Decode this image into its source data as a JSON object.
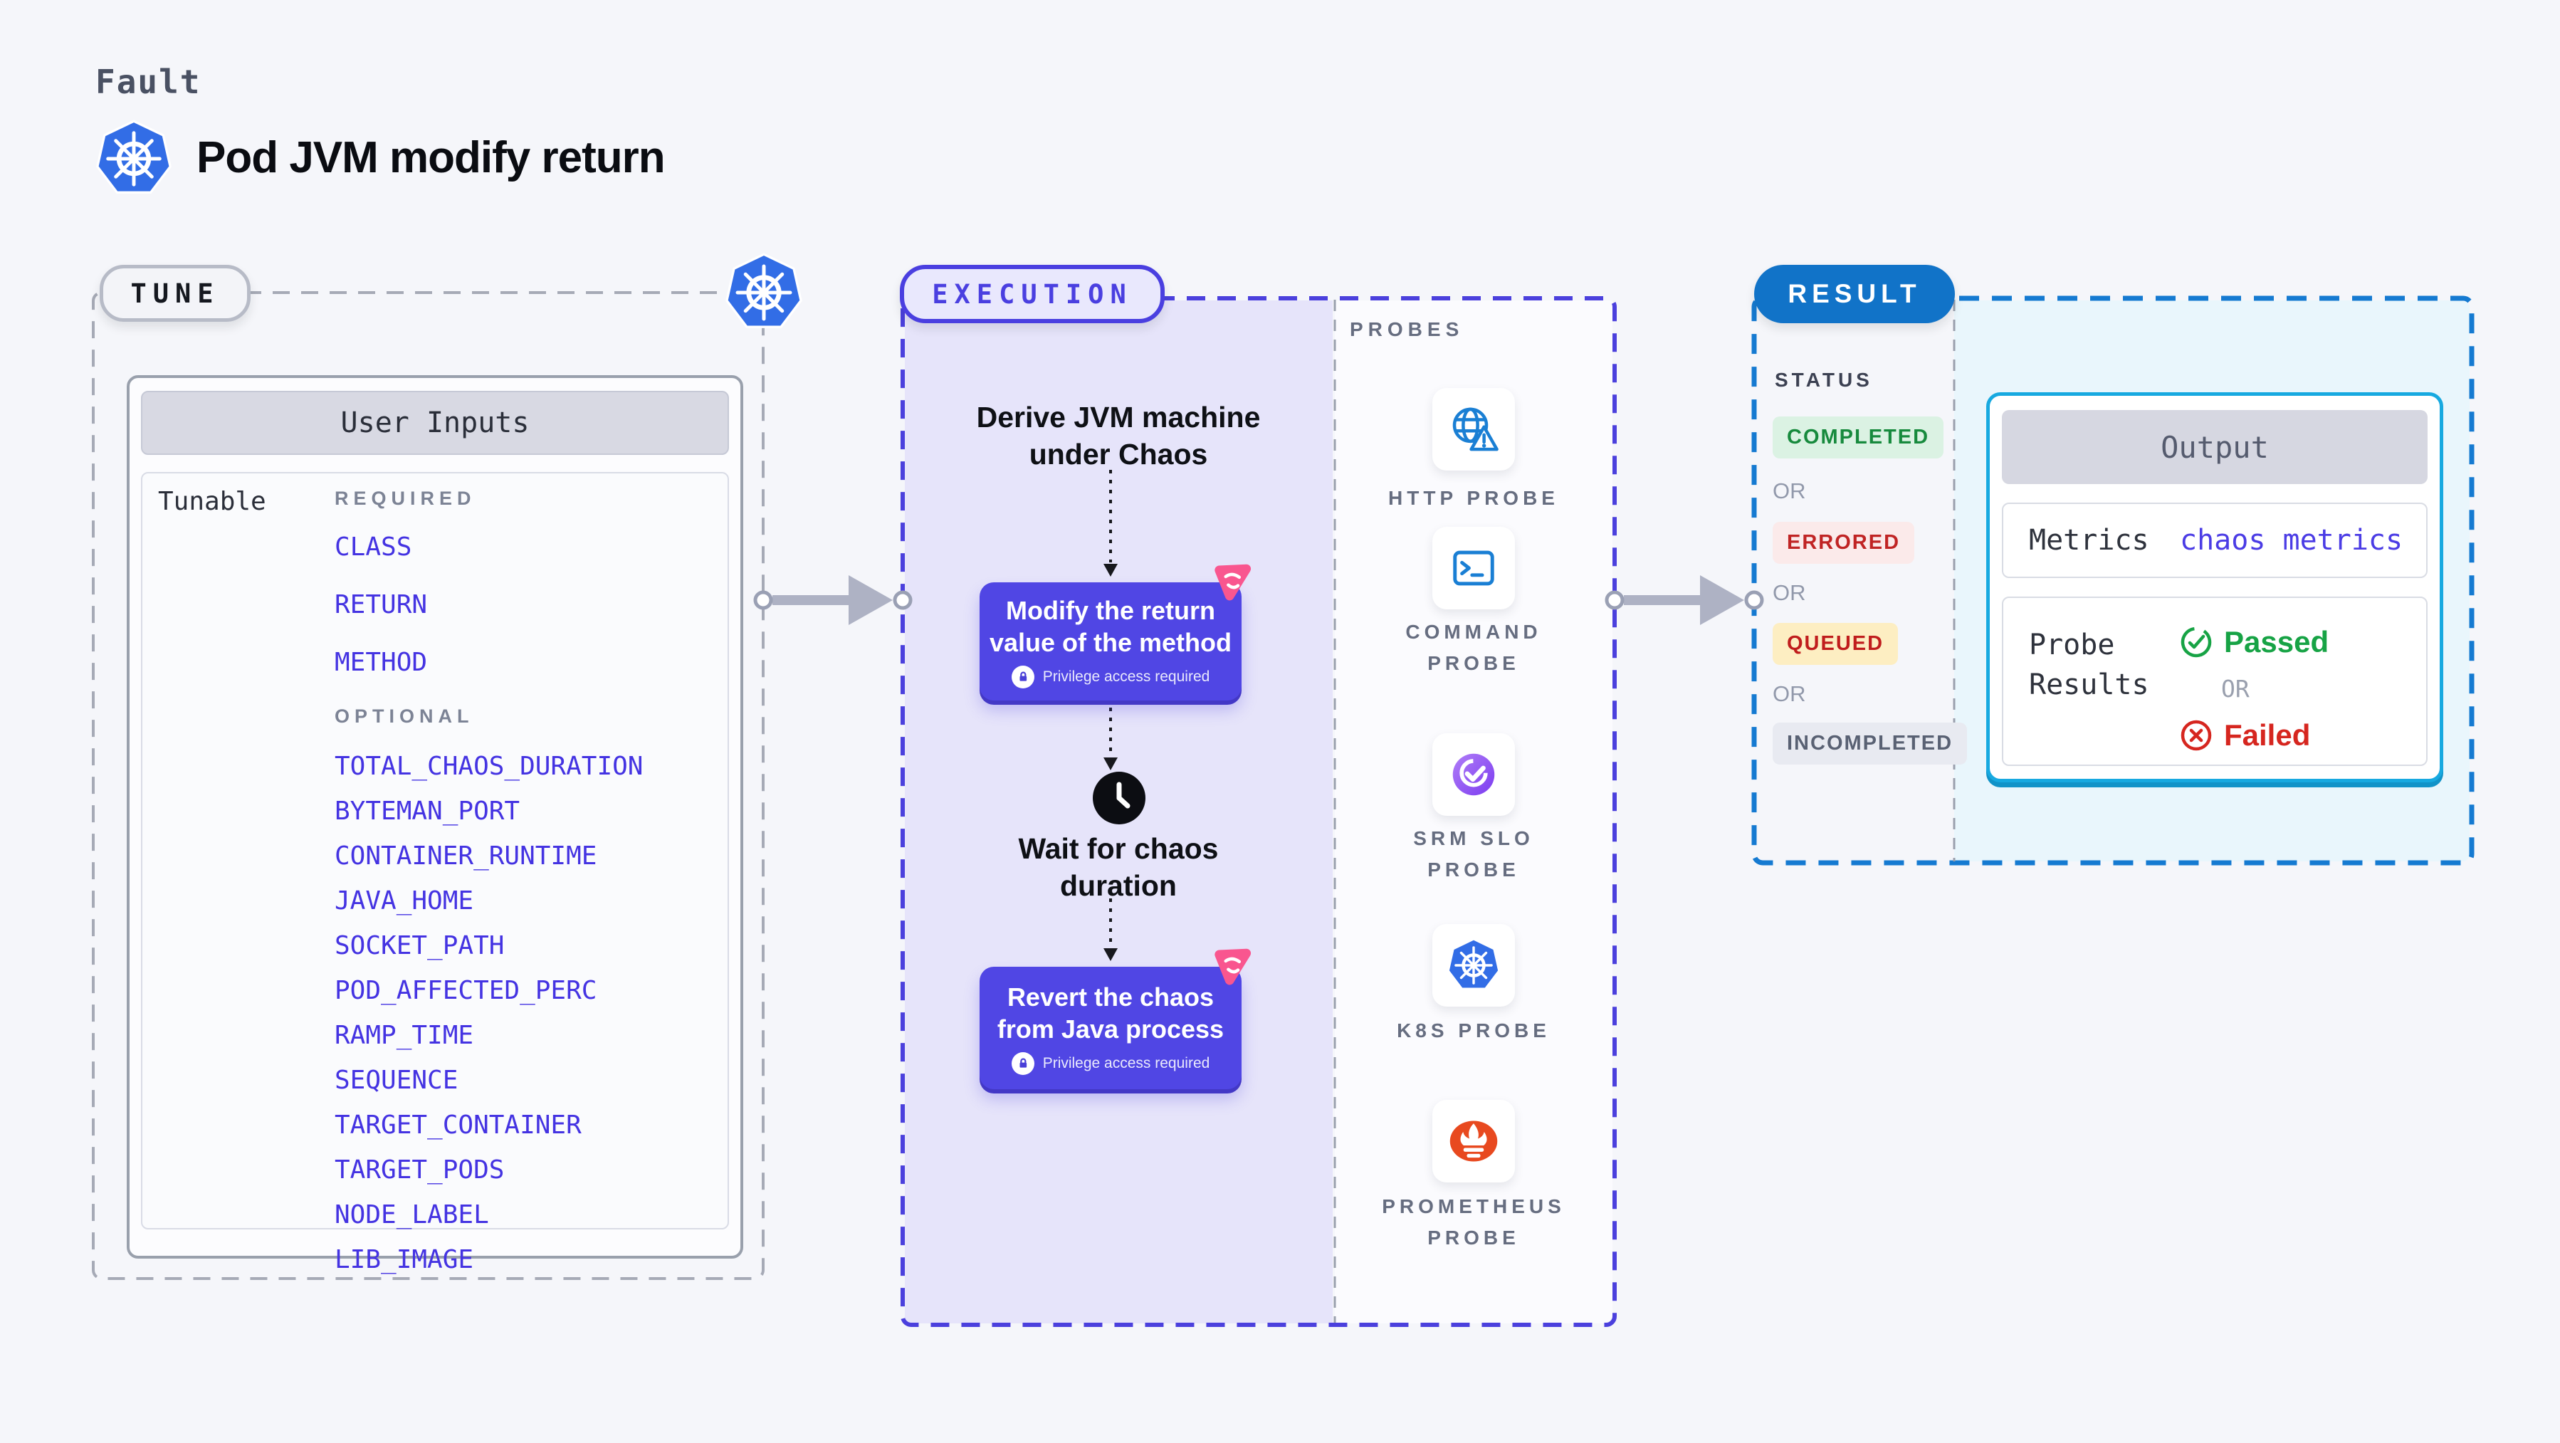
{
  "header": {
    "eyebrow": "Fault",
    "title": "Pod JVM modify return"
  },
  "tune": {
    "pill": "TUNE",
    "card_title": "User Inputs",
    "row_label": "Tunable",
    "required_label": "REQUIRED",
    "optional_label": "OPTIONAL",
    "required": [
      "CLASS",
      "RETURN",
      "METHOD"
    ],
    "optional": [
      "TOTAL_CHAOS_DURATION",
      "BYTEMAN_PORT",
      "CONTAINER_RUNTIME",
      "JAVA_HOME",
      "SOCKET_PATH",
      "POD_AFFECTED_PERC",
      "RAMP_TIME",
      "SEQUENCE",
      "TARGET_CONTAINER",
      "TARGET_PODS",
      "NODE_LABEL",
      "LIB_IMAGE"
    ]
  },
  "execution": {
    "pill": "EXECUTION",
    "derive_title": "Derive JVM machine\nunder Chaos",
    "step1_title": "Modify the return\nvalue of the method",
    "privilege_note": "Privilege access required",
    "wait_title": "Wait for chaos\nduration",
    "step2_title": "Revert the chaos\nfrom Java process"
  },
  "probes": {
    "label": "PROBES",
    "http": "HTTP PROBE",
    "command": "COMMAND\nPROBE",
    "srm": "SRM SLO\nPROBE",
    "k8s": "K8S PROBE",
    "prometheus": "PROMETHEUS\nPROBE"
  },
  "result": {
    "pill": "RESULT",
    "status_label": "STATUS",
    "or": "OR",
    "statuses": [
      "COMPLETED",
      "ERRORED",
      "QUEUED",
      "INCOMPLETED"
    ],
    "output": {
      "title": "Output",
      "metrics_label": "Metrics",
      "metrics_value": "chaos metrics",
      "probe_results_label": "Probe\nResults",
      "passed": "Passed",
      "failed": "Failed",
      "or": "OR"
    }
  },
  "colors": {
    "page_bg": "#f5f6fa",
    "indigo_accent": "#4a3fe0",
    "step_box": "#5046e4",
    "execution_panel": "#e6e4fa",
    "result_blue": "#1173c8",
    "result_panel": "#e9f6fc",
    "output_border": "#17a9e0",
    "param_link": "#4433e2",
    "kubernetes_blue": "#326de6",
    "probe_icon_blue": "#1a7fd4",
    "srm_purple": "#8b5cf6",
    "prometheus_orange": "#e8491f",
    "chaos_pink": "#f9568f",
    "passed_green": "#17a345",
    "failed_red": "#d6261f",
    "completed_bg": "#dbf2e3",
    "errored_bg": "#fbeaea",
    "queued_bg": "#fdeec2",
    "incompleted_bg": "#e8eaf1"
  }
}
